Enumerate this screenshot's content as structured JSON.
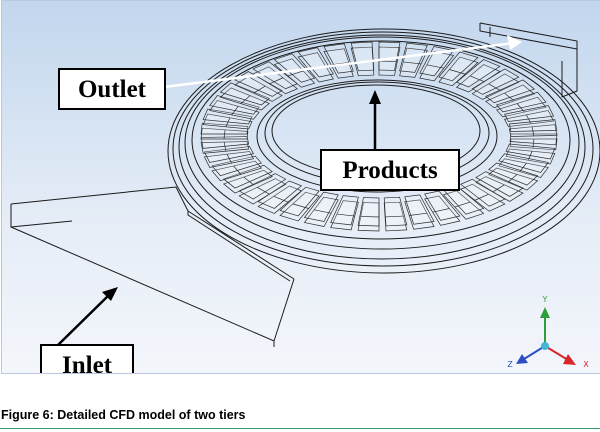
{
  "labels": {
    "outlet": "Outlet",
    "products": "Products",
    "inlet": "Inlet"
  },
  "triad": {
    "y": "Y",
    "x": "X",
    "z": "Z",
    "colors": {
      "y": "#2e9d3a",
      "x": "#d8262a",
      "z": "#2d4fc4",
      "origin": "#43b6d8"
    }
  },
  "caption": "Figure 6: Detailed CFD model of two tiers",
  "colors": {
    "background_top": "#c2d6ee",
    "background_bottom": "#f3f6fb",
    "rule": "#3a9a6e"
  }
}
